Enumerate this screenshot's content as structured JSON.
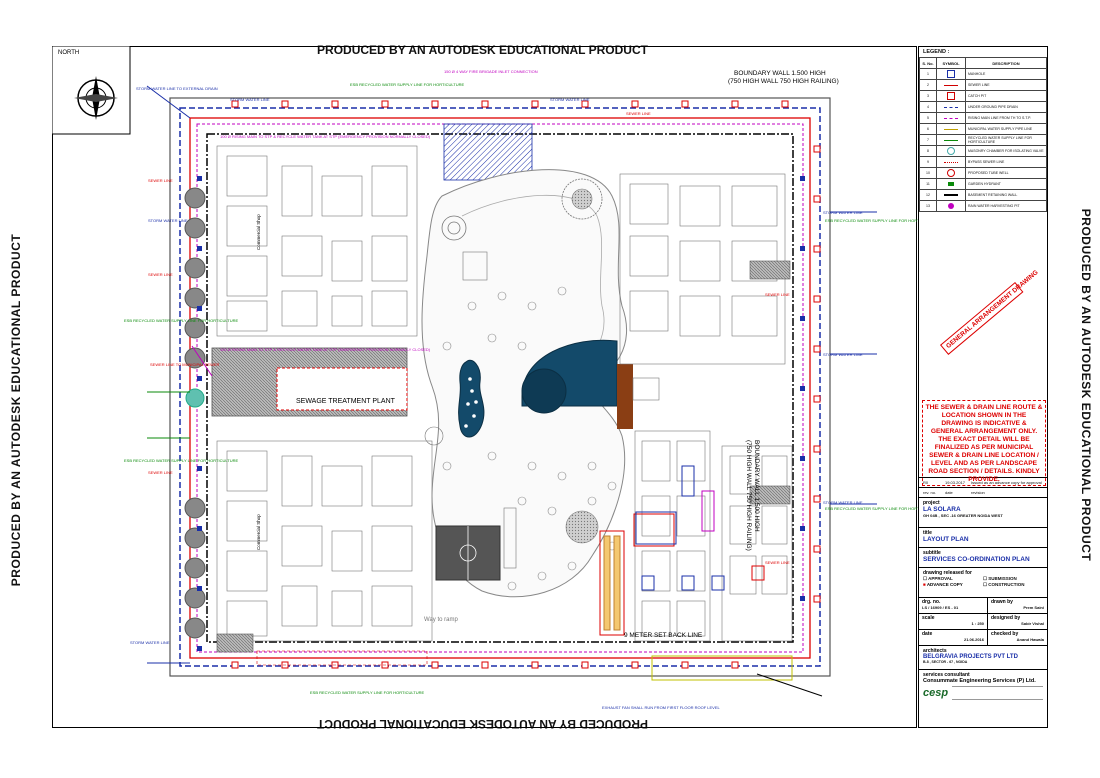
{
  "banners": {
    "top": "PRODUCED BY AN AUTODESK EDUCATIONAL PRODUCT",
    "bottom": "PRODUCED BY AN AUTODESK EDUCATIONAL PRODUCT",
    "left": "PRODUCED BY AN AUTODESK EDUCATIONAL PRODUCT",
    "right": "PRODUCED BY AN AUTODESK EDUCATIONAL PRODUCT"
  },
  "north": {
    "label": "NORTH"
  },
  "plan_labels": {
    "boundary_wall_top": "BOUNDARY WALL 1.500 HIGH",
    "boundary_wall_top_sub": "(750 HIGH WALL 750 HIGH RAILING)",
    "boundary_wall_right": "BOUNDARY WALL 1.500 HIGH",
    "boundary_wall_right_sub": "(750 HIGH WALL 750 HIGH RAILING)",
    "sewage_treatment_plant": "SEWAGE TREATMENT PLANT",
    "commercial_shop_1": "Commercial Shop",
    "commercial_shop_2": "Commercial Shop",
    "way_to_ramp": "Way to ramp",
    "set_back_line": "9 METER SET BACK LINE",
    "storm_water_line": "STORM WATER LINE",
    "sewer_line": "SEWER LINE",
    "recycle_supply": "ESB RECYCLED WATER SUPPLY LINE FOR HORTICULTURE",
    "storm_water_to_external": "STORM WATER LINE TO EXTERNAL DRAIN",
    "rising_main": "100 Ø RISING MAIN TO STP & RECYCLE WATER TANK AT STP (EMERGENCY PROVISION NORMALLY CLOSED)",
    "fire_brigade": "150 Ø 4 WAY FIRE BRIGADE INLET CONNECTION",
    "sewer_to_mcd": "SEWER LINE TO MUNICIPAL SEWER",
    "exhaust_fan": "EXHAUST FAN SHALL RUN FROM FIRST FLOOR ROOF LEVEL"
  },
  "legend": {
    "title": "LEGEND :",
    "headers": [
      "S. No.",
      "SYMBOL",
      "DESCRIPTION"
    ],
    "items": [
      {
        "no": "1",
        "desc": "MANHOLE"
      },
      {
        "no": "2",
        "desc": "SEWER LINE"
      },
      {
        "no": "3",
        "desc": "CATCH PIT"
      },
      {
        "no": "4",
        "desc": "UNDER GROUND PIPE DRAIN"
      },
      {
        "no": "5",
        "desc": "RISING MAIN LINE FROM TH TO S.T.P."
      },
      {
        "no": "6",
        "desc": "MUNICIPAL WATER SUPPLY PIPE LINE"
      },
      {
        "no": "7",
        "desc": "RECYCLED WATER SUPPLY LINE FOR HORTICULTURE"
      },
      {
        "no": "8",
        "desc": "MASONRY CHAMBER FOR ISOLATING VALVE"
      },
      {
        "no": "9",
        "desc": "BYPASS SEWER LINE"
      },
      {
        "no": "10",
        "desc": "PROPOSED TUBE WELL"
      },
      {
        "no": "11",
        "desc": "GARDEN HYDRANT"
      },
      {
        "no": "12",
        "desc": "BASEMENT RETAINING WALL"
      },
      {
        "no": "13",
        "desc": "RAIN WATER HARVESTING PIT"
      }
    ]
  },
  "stamp": "GENERAL ARRANGEMENT DRAWING",
  "note": "THE SEWER & DRAIN LINE ROUTE & LOCATION SHOWN IN THE DRAWING IS INDICATIVE & GENERAL ARRANGEMENT ONLY. THE EXACT DETAIL WILL BE FINALIZED AS PER MUNICIPAL SEWER & DRAIN LINE LOCATION / LEVEL AND AS PER LANDSCAPE ROAD SECTION / DETAILS. KINDLY PROVIDE.",
  "revision": {
    "row": {
      "no": "R0",
      "date": "19.03.2017",
      "text": "Issued as an advance copy for approval"
    },
    "headers": [
      "rev. no.",
      "date",
      "revision"
    ]
  },
  "title_block": {
    "project_label": "project",
    "project": "LA SOLARA",
    "project_sub": "GH 04B , SEC -16 GREATER NOIDA WEST",
    "title_label": "title",
    "title": "LAYOUT PLAN",
    "subtitle_label": "subtitle",
    "subtitle": "SERVICES CO-ORDINATION PLAN",
    "released_label": "drawing released for",
    "released_opts": [
      "APPROVAL",
      "SUBMISSION",
      "ADVANCE COPY",
      "CONSTRUCTION"
    ],
    "drg_label": "drg. no.",
    "drg_no": "LS / 16909 / ES - 01",
    "drawn_label": "drawn by",
    "drawn_by": "Prem Saini",
    "scale_label": "scale",
    "scale": "1 : 250",
    "designed_label": "designed by",
    "designed_by": "Sabir Vishal",
    "date_label": "date",
    "date": "21.06.2016",
    "checked_label": "checked by",
    "checked_by": "Anand Hawala",
    "architects_label": "architects",
    "architects": "BELGRAVIA PROJECTS PVT LTD",
    "architects_sub": "B-8 , SECTOR - 67 , NOIDA",
    "consultant_label": "services consultant",
    "consultant": "Consummate Engineering Services (P) Ltd.",
    "logo": "cesp"
  },
  "colors": {
    "storm": "#1a2fa8",
    "sewer": "#d00000",
    "recycle": "#0a8a0a",
    "rising": "#c000c0",
    "pool": "#134a6a",
    "hatch": "#1a2fa8"
  }
}
